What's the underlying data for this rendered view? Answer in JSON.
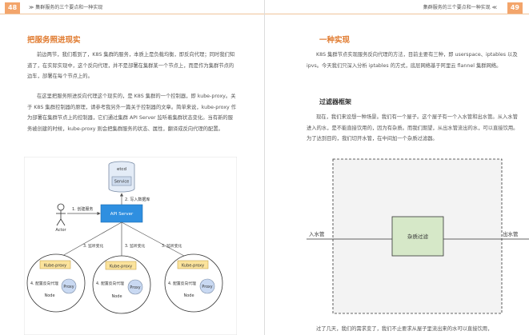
{
  "left_page": {
    "page_number": "48",
    "header_title": "≫  集群服务的三个要点和一种实现",
    "section_title": "把服务照进现实",
    "paragraph_1": "前边两节，我们看到了，K8S 集群的服务，本质上是负载均衡，即反向代理；同时我们知道了，在实际实现中，这个反向代理，并不是部署在集群某一个节点上，而是作为集群节点的边车，部署在每个节点上的。",
    "paragraph_2": "在这里把服务照进反向代理这个现实的，是 K8S 集群的一个控制器，即 kube-proxy。关于 K8S 集群控制器的原理，请参考我另外一篇关于控制器的文章。简单来说，kube-proxy 作为部署在集群节点上的控制器，它们通过集群 API Server 监听着集群状态变化。当有新的服务被创建的时候，kube-proxy 则会把集群服务的状态、属性，翻译成反向代理的配置。",
    "diagram": {
      "etcd_label": "etcd",
      "service_label": "Service",
      "write_label": "2. 写入数据库",
      "api_server_label": "API Server",
      "create_label": "1. 创建服务",
      "actor_label": "Actor",
      "watch_labels": [
        "3. 监听变化",
        "3. 监听变化",
        "3. 监听变化"
      ],
      "nodes": [
        {
          "kube_proxy": "Kube-proxy",
          "config": "4. 配置反向代理",
          "proxy": "Proxy",
          "node": "Node"
        },
        {
          "kube_proxy": "Kube-proxy",
          "config": "4. 配置反向代理",
          "proxy": "Proxy",
          "node": "Node"
        },
        {
          "kube_proxy": "Kube-proxy",
          "config": "4. 配置反向代理",
          "proxy": "Proxy",
          "node": "Node"
        }
      ]
    }
  },
  "right_page": {
    "page_number": "49",
    "header_title": "集群服务的三个要点和一种实现  ≪",
    "section_title": "一种实现",
    "paragraph_1": "K8S 集群节点实现服务反向代理的方法，目前主要有三种，即 userspace、iptables 以及 ipvs。今天我们只深入分析 iptables 的方式，底层网络基于阿里云 flannel 集群网络。",
    "subsection_title": "过滤器框架",
    "paragraph_2": "现在，我们来设想一种场景。我们有一个屋子。这个屋子有一个入水管和出水管。从入水管进入的水，是不能直接饮用的，因为有杂质。而我们期望，从出水管流出的水，可以直接饮用。为了达到目的，我们切开水管，在中间加一个杂质过滤器。",
    "diagram": {
      "inlet_label": "入水管",
      "filter_label": "杂质过滤",
      "outlet_label": "出水管"
    },
    "paragraph_3": "过了几天，我们的需求变了，我们不止要求从屋子里流出来的水可以直接饮用，"
  }
}
